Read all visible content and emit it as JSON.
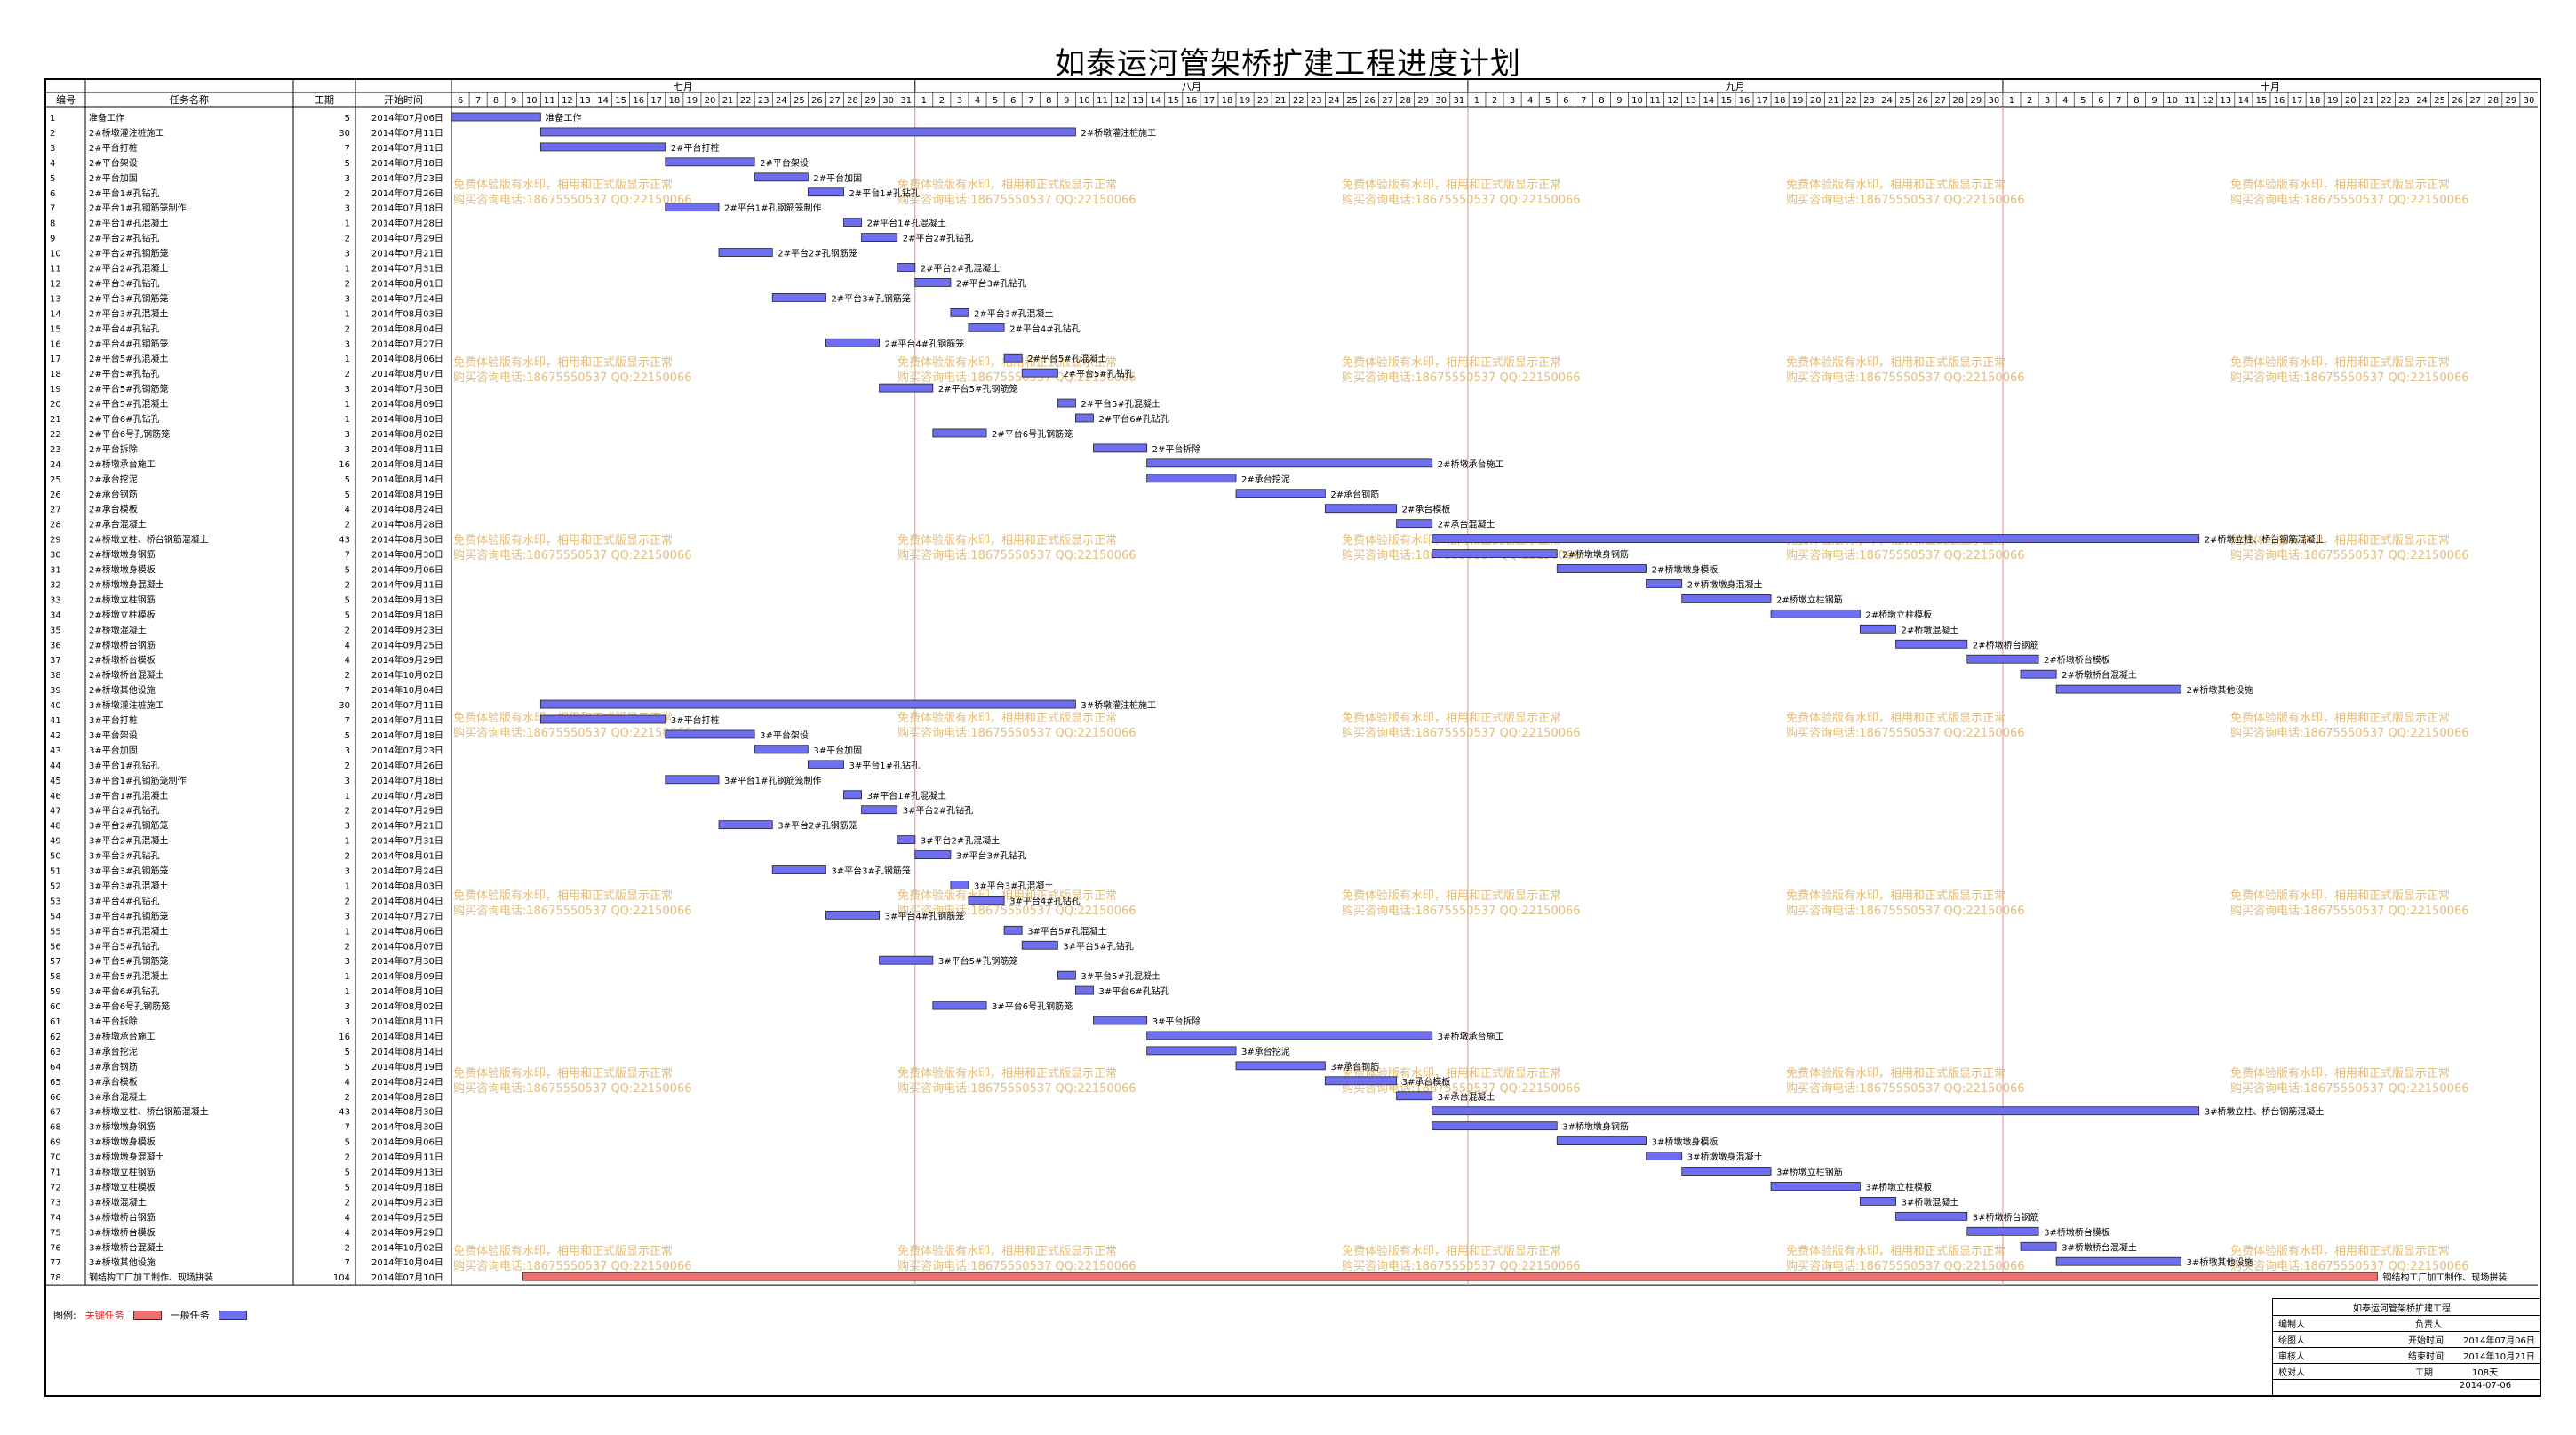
{
  "title": "如泰运河管架桥扩建工程进度计划",
  "headers": {
    "id": "编号",
    "name": "任务名称",
    "duration": "工期",
    "start": "开始时间"
  },
  "months": [
    "七月",
    "八月",
    "九月",
    "十月"
  ],
  "timeline": {
    "start_date": "2014-07-06",
    "end_date": "2014-10-30"
  },
  "colors": {
    "critical": "#f07070",
    "normal": "#6e6ef0",
    "watermark": "#e0b060",
    "month_line": "#f0a0a0"
  },
  "watermark": {
    "line1": "免费体验版有水印，相用和正式版显示正常",
    "line2": "购买咨询电话:18675550537 QQ:22150066"
  },
  "tasks": [
    {
      "id": "1",
      "name": "准备工作",
      "dur": "5",
      "start": "2014年07月06日",
      "bar_label": "准备工作"
    },
    {
      "id": "2",
      "name": "2#桥墩灌注桩施工",
      "dur": "30",
      "start": "2014年07月11日",
      "bar_label": "2#桥墩灌注桩施工"
    },
    {
      "id": "3",
      "name": "2#平台打桩",
      "dur": "7",
      "start": "2014年07月11日",
      "bar_label": "2#平台打桩"
    },
    {
      "id": "4",
      "name": "2#平台架设",
      "dur": "5",
      "start": "2014年07月18日",
      "bar_label": "2#平台架设"
    },
    {
      "id": "5",
      "name": "2#平台加固",
      "dur": "3",
      "start": "2014年07月23日",
      "bar_label": "2#平台加固"
    },
    {
      "id": "6",
      "name": "2#平台1#孔钻孔",
      "dur": "2",
      "start": "2014年07月26日",
      "bar_label": "2#平台1#孔钻孔"
    },
    {
      "id": "7",
      "name": "2#平台1#孔钢筋笼制作",
      "dur": "3",
      "start": "2014年07月18日",
      "bar_label": "2#平台1#孔钢筋笼制作"
    },
    {
      "id": "8",
      "name": "2#平台1#孔混凝土",
      "dur": "1",
      "start": "2014年07月28日",
      "bar_label": "2#平台1#孔混凝土"
    },
    {
      "id": "9",
      "name": "2#平台2#孔钻孔",
      "dur": "2",
      "start": "2014年07月29日",
      "bar_label": "2#平台2#孔钻孔"
    },
    {
      "id": "10",
      "name": "2#平台2#孔钢筋笼",
      "dur": "3",
      "start": "2014年07月21日",
      "bar_label": "2#平台2#孔钢筋笼"
    },
    {
      "id": "11",
      "name": "2#平台2#孔混凝土",
      "dur": "1",
      "start": "2014年07月31日",
      "bar_label": "2#平台2#孔混凝土"
    },
    {
      "id": "12",
      "name": "2#平台3#孔钻孔",
      "dur": "2",
      "start": "2014年08月01日",
      "bar_label": "2#平台3#孔钻孔"
    },
    {
      "id": "13",
      "name": "2#平台3#孔钢筋笼",
      "dur": "3",
      "start": "2014年07月24日",
      "bar_label": "2#平台3#孔钢筋笼"
    },
    {
      "id": "14",
      "name": "2#平台3#孔混凝土",
      "dur": "1",
      "start": "2014年08月03日",
      "bar_label": "2#平台3#孔混凝土"
    },
    {
      "id": "15",
      "name": "2#平台4#孔钻孔",
      "dur": "2",
      "start": "2014年08月04日",
      "bar_label": "2#平台4#孔钻孔"
    },
    {
      "id": "16",
      "name": "2#平台4#孔钢筋笼",
      "dur": "3",
      "start": "2014年07月27日",
      "bar_label": "2#平台4#孔钢筋笼"
    },
    {
      "id": "17",
      "name": "2#平台5#孔混凝土",
      "dur": "1",
      "start": "2014年08月06日",
      "bar_label": "2#平台5#孔混凝土"
    },
    {
      "id": "18",
      "name": "2#平台5#孔钻孔",
      "dur": "2",
      "start": "2014年08月07日",
      "bar_label": "2#平台5#孔钻孔"
    },
    {
      "id": "19",
      "name": "2#平台5#孔钢筋笼",
      "dur": "3",
      "start": "2014年07月30日",
      "bar_label": "2#平台5#孔钢筋笼"
    },
    {
      "id": "20",
      "name": "2#平台5#孔混凝土",
      "dur": "1",
      "start": "2014年08月09日",
      "bar_label": "2#平台5#孔混凝土"
    },
    {
      "id": "21",
      "name": "2#平台6#孔钻孔",
      "dur": "1",
      "start": "2014年08月10日",
      "bar_label": "2#平台6#孔钻孔"
    },
    {
      "id": "22",
      "name": "2#平台6号孔钢筋笼",
      "dur": "3",
      "start": "2014年08月02日",
      "bar_label": "2#平台6号孔钢筋笼"
    },
    {
      "id": "23",
      "name": "2#平台拆除",
      "dur": "3",
      "start": "2014年08月11日",
      "bar_label": "2#平台拆除"
    },
    {
      "id": "24",
      "name": "2#桥墩承台施工",
      "dur": "16",
      "start": "2014年08月14日",
      "bar_label": "2#桥墩承台施工"
    },
    {
      "id": "25",
      "name": "2#承台挖泥",
      "dur": "5",
      "start": "2014年08月14日",
      "bar_label": "2#承台挖泥"
    },
    {
      "id": "26",
      "name": "2#承台钢筋",
      "dur": "5",
      "start": "2014年08月19日",
      "bar_label": "2#承台钢筋"
    },
    {
      "id": "27",
      "name": "2#承台模板",
      "dur": "4",
      "start": "2014年08月24日",
      "bar_label": "2#承台模板"
    },
    {
      "id": "28",
      "name": "2#承台混凝土",
      "dur": "2",
      "start": "2014年08月28日",
      "bar_label": "2#承台混凝土"
    },
    {
      "id": "29",
      "name": "2#桥墩立柱、桥台钢筋混凝土",
      "dur": "43",
      "start": "2014年08月30日",
      "bar_label": "2#桥墩立柱、桥台钢筋混凝土"
    },
    {
      "id": "30",
      "name": "2#桥墩墩身钢筋",
      "dur": "7",
      "start": "2014年08月30日",
      "bar_label": "2#桥墩墩身钢筋"
    },
    {
      "id": "31",
      "name": "2#桥墩墩身模板",
      "dur": "5",
      "start": "2014年09月06日",
      "bar_label": "2#桥墩墩身模板"
    },
    {
      "id": "32",
      "name": "2#桥墩墩身混凝土",
      "dur": "2",
      "start": "2014年09月11日",
      "bar_label": "2#桥墩墩身混凝土"
    },
    {
      "id": "33",
      "name": "2#桥墩立柱钢筋",
      "dur": "5",
      "start": "2014年09月13日",
      "bar_label": "2#桥墩立柱钢筋"
    },
    {
      "id": "34",
      "name": "2#桥墩立柱模板",
      "dur": "5",
      "start": "2014年09月18日",
      "bar_label": "2#桥墩立柱模板"
    },
    {
      "id": "35",
      "name": "2#桥墩混凝土",
      "dur": "2",
      "start": "2014年09月23日",
      "bar_label": "2#桥墩混凝土"
    },
    {
      "id": "36",
      "name": "2#桥墩桥台钢筋",
      "dur": "4",
      "start": "2014年09月25日",
      "bar_label": "2#桥墩桥台钢筋"
    },
    {
      "id": "37",
      "name": "2#桥墩桥台模板",
      "dur": "4",
      "start": "2014年09月29日",
      "bar_label": "2#桥墩桥台模板"
    },
    {
      "id": "38",
      "name": "2#桥墩桥台混凝土",
      "dur": "2",
      "start": "2014年10月02日",
      "bar_label": "2#桥墩桥台混凝土"
    },
    {
      "id": "39",
      "name": "2#桥墩其他设施",
      "dur": "7",
      "start": "2014年10月04日",
      "bar_label": "2#桥墩其他设施"
    },
    {
      "id": "40",
      "name": "3#桥墩灌注桩施工",
      "dur": "30",
      "start": "2014年07月11日",
      "bar_label": "3#桥墩灌注桩施工"
    },
    {
      "id": "41",
      "name": "3#平台打桩",
      "dur": "7",
      "start": "2014年07月11日",
      "bar_label": "3#平台打桩"
    },
    {
      "id": "42",
      "name": "3#平台架设",
      "dur": "5",
      "start": "2014年07月18日",
      "bar_label": "3#平台架设"
    },
    {
      "id": "43",
      "name": "3#平台加固",
      "dur": "3",
      "start": "2014年07月23日",
      "bar_label": "3#平台加固"
    },
    {
      "id": "44",
      "name": "3#平台1#孔钻孔",
      "dur": "2",
      "start": "2014年07月26日",
      "bar_label": "3#平台1#孔钻孔"
    },
    {
      "id": "45",
      "name": "3#平台1#孔钢筋笼制作",
      "dur": "3",
      "start": "2014年07月18日",
      "bar_label": "3#平台1#孔钢筋笼制作"
    },
    {
      "id": "46",
      "name": "3#平台1#孔混凝土",
      "dur": "1",
      "start": "2014年07月28日",
      "bar_label": "3#平台1#孔混凝土"
    },
    {
      "id": "47",
      "name": "3#平台2#孔钻孔",
      "dur": "2",
      "start": "2014年07月29日",
      "bar_label": "3#平台2#孔钻孔"
    },
    {
      "id": "48",
      "name": "3#平台2#孔钢筋笼",
      "dur": "3",
      "start": "2014年07月21日",
      "bar_label": "3#平台2#孔钢筋笼"
    },
    {
      "id": "49",
      "name": "3#平台2#孔混凝土",
      "dur": "1",
      "start": "2014年07月31日",
      "bar_label": "3#平台2#孔混凝土"
    },
    {
      "id": "50",
      "name": "3#平台3#孔钻孔",
      "dur": "2",
      "start": "2014年08月01日",
      "bar_label": "3#平台3#孔钻孔"
    },
    {
      "id": "51",
      "name": "3#平台3#孔钢筋笼",
      "dur": "3",
      "start": "2014年07月24日",
      "bar_label": "3#平台3#孔钢筋笼"
    },
    {
      "id": "52",
      "name": "3#平台3#孔混凝土",
      "dur": "1",
      "start": "2014年08月03日",
      "bar_label": "3#平台3#孔混凝土"
    },
    {
      "id": "53",
      "name": "3#平台4#孔钻孔",
      "dur": "2",
      "start": "2014年08月04日",
      "bar_label": "3#平台4#孔钻孔"
    },
    {
      "id": "54",
      "name": "3#平台4#孔钢筋笼",
      "dur": "3",
      "start": "2014年07月27日",
      "bar_label": "3#平台4#孔钢筋笼"
    },
    {
      "id": "55",
      "name": "3#平台5#孔混凝土",
      "dur": "1",
      "start": "2014年08月06日",
      "bar_label": "3#平台5#孔混凝土"
    },
    {
      "id": "56",
      "name": "3#平台5#孔钻孔",
      "dur": "2",
      "start": "2014年08月07日",
      "bar_label": "3#平台5#孔钻孔"
    },
    {
      "id": "57",
      "name": "3#平台5#孔钢筋笼",
      "dur": "3",
      "start": "2014年07月30日",
      "bar_label": "3#平台5#孔钢筋笼"
    },
    {
      "id": "58",
      "name": "3#平台5#孔混凝土",
      "dur": "1",
      "start": "2014年08月09日",
      "bar_label": "3#平台5#孔混凝土"
    },
    {
      "id": "59",
      "name": "3#平台6#孔钻孔",
      "dur": "1",
      "start": "2014年08月10日",
      "bar_label": "3#平台6#孔钻孔"
    },
    {
      "id": "60",
      "name": "3#平台6号孔钢筋笼",
      "dur": "3",
      "start": "2014年08月02日",
      "bar_label": "3#平台6号孔钢筋笼"
    },
    {
      "id": "61",
      "name": "3#平台拆除",
      "dur": "3",
      "start": "2014年08月11日",
      "bar_label": "3#平台拆除"
    },
    {
      "id": "62",
      "name": "3#桥墩承台施工",
      "dur": "16",
      "start": "2014年08月14日",
      "bar_label": "3#桥墩承台施工"
    },
    {
      "id": "63",
      "name": "3#承台挖泥",
      "dur": "5",
      "start": "2014年08月14日",
      "bar_label": "3#承台挖泥"
    },
    {
      "id": "64",
      "name": "3#承台钢筋",
      "dur": "5",
      "start": "2014年08月19日",
      "bar_label": "3#承台钢筋"
    },
    {
      "id": "65",
      "name": "3#承台模板",
      "dur": "4",
      "start": "2014年08月24日",
      "bar_label": "3#承台模板"
    },
    {
      "id": "66",
      "name": "3#承台混凝土",
      "dur": "2",
      "start": "2014年08月28日",
      "bar_label": "3#承台混凝土"
    },
    {
      "id": "67",
      "name": "3#桥墩立柱、桥台钢筋混凝土",
      "dur": "43",
      "start": "2014年08月30日",
      "bar_label": "3#桥墩立柱、桥台钢筋混凝土"
    },
    {
      "id": "68",
      "name": "3#桥墩墩身钢筋",
      "dur": "7",
      "start": "2014年08月30日",
      "bar_label": "3#桥墩墩身钢筋"
    },
    {
      "id": "69",
      "name": "3#桥墩墩身模板",
      "dur": "5",
      "start": "2014年09月06日",
      "bar_label": "3#桥墩墩身模板"
    },
    {
      "id": "70",
      "name": "3#桥墩墩身混凝土",
      "dur": "2",
      "start": "2014年09月11日",
      "bar_label": "3#桥墩墩身混凝土"
    },
    {
      "id": "71",
      "name": "3#桥墩立柱钢筋",
      "dur": "5",
      "start": "2014年09月13日",
      "bar_label": "3#桥墩立柱钢筋"
    },
    {
      "id": "72",
      "name": "3#桥墩立柱模板",
      "dur": "5",
      "start": "2014年09月18日",
      "bar_label": "3#桥墩立柱模板"
    },
    {
      "id": "73",
      "name": "3#桥墩混凝土",
      "dur": "2",
      "start": "2014年09月23日",
      "bar_label": "3#桥墩混凝土"
    },
    {
      "id": "74",
      "name": "3#桥墩桥台钢筋",
      "dur": "4",
      "start": "2014年09月25日",
      "bar_label": "3#桥墩桥台钢筋"
    },
    {
      "id": "75",
      "name": "3#桥墩桥台模板",
      "dur": "4",
      "start": "2014年09月29日",
      "bar_label": "3#桥墩桥台模板"
    },
    {
      "id": "76",
      "name": "3#桥墩桥台混凝土",
      "dur": "2",
      "start": "2014年10月02日",
      "bar_label": "3#桥墩桥台混凝土"
    },
    {
      "id": "77",
      "name": "3#桥墩其他设施",
      "dur": "7",
      "start": "2014年10月04日",
      "bar_label": "3#桥墩其他设施"
    },
    {
      "id": "78",
      "name": "钢结构工厂加工制作、现场拼装",
      "dur": "104",
      "start": "2014年07月10日",
      "bar_label": "钢结构工厂加工制作、现场拼装",
      "critical": true
    }
  ],
  "legend": {
    "prefix": "图例:",
    "critical_label": "关键任务",
    "normal_label": "一般任务"
  },
  "infobox": {
    "project": "如泰运河管架桥扩建工程",
    "editor_label": "编制人",
    "owner_label": "负责人",
    "drafter_label": "绘图人",
    "start_label": "开始时间",
    "start_value": "2014年07月06日",
    "reviewer_label": "审核人",
    "end_label": "结束时间",
    "end_value": "2014年10月21日",
    "checker_label": "校对人",
    "duration_label": "工期",
    "duration_value": "108天",
    "date": "2014-07-06"
  }
}
